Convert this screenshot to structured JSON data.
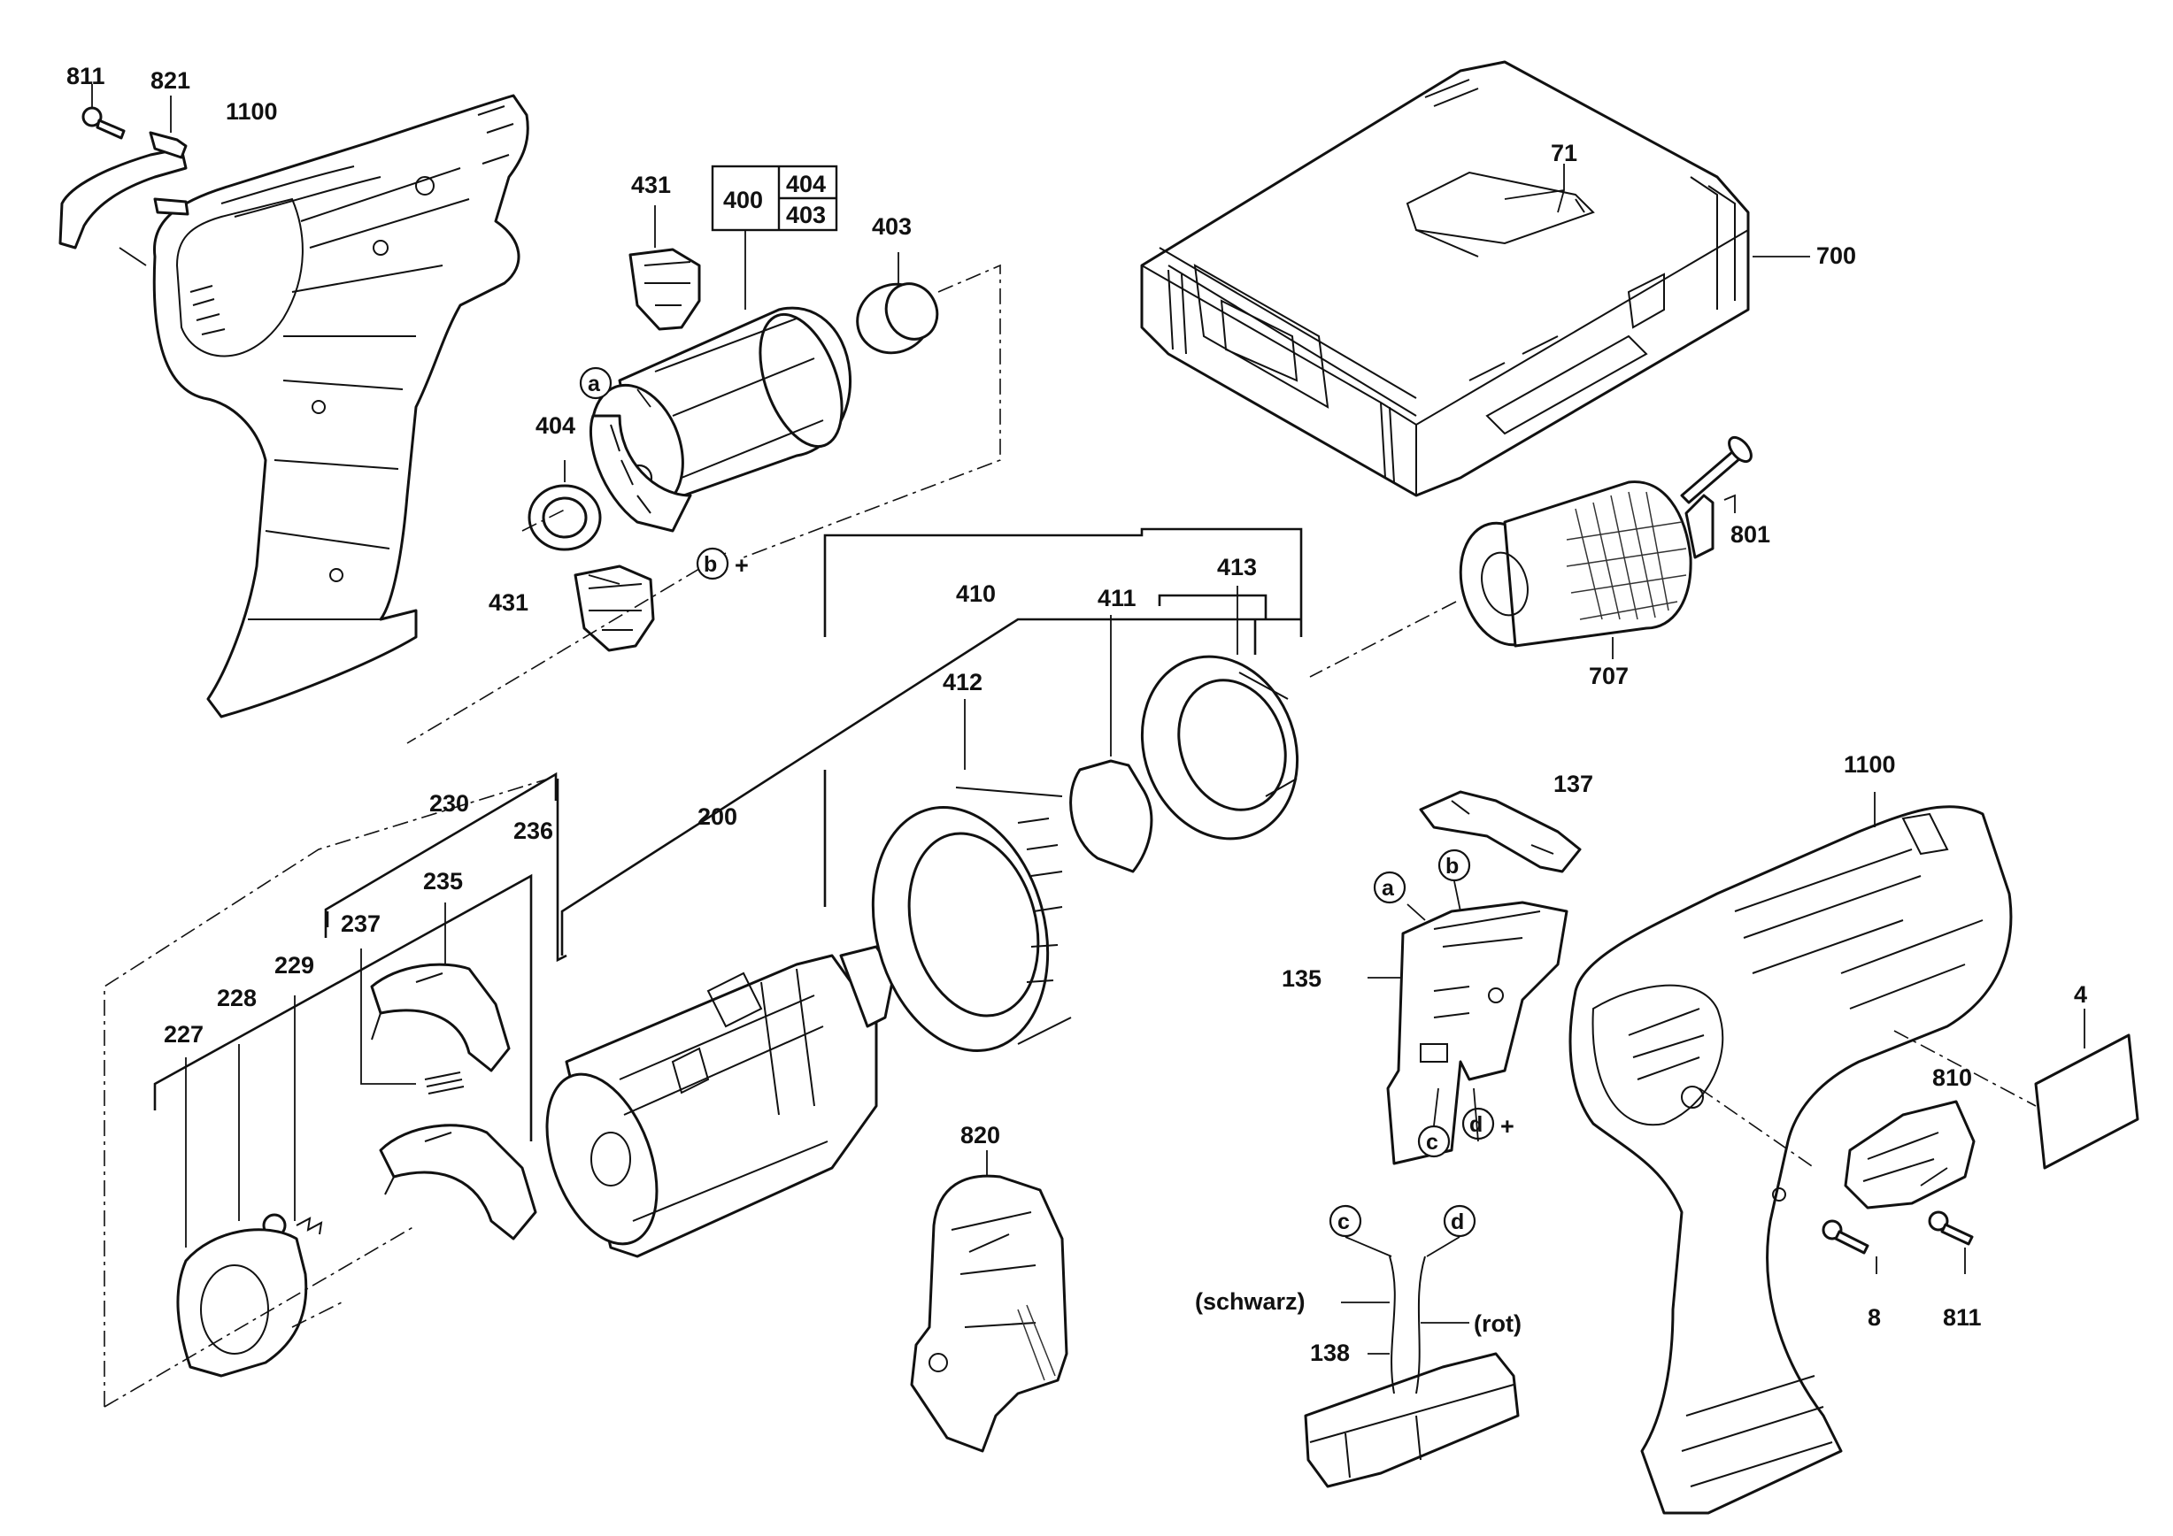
{
  "labels": {
    "p811_top": "811",
    "p821": "821",
    "p1100_top": "1100",
    "p431_top": "431",
    "p400": "400",
    "p404_box": "404",
    "p403_box": "403",
    "p403": "403",
    "p71": "71",
    "p700": "700",
    "pa_motor": "a",
    "p404": "404",
    "pb_motor": "b",
    "plus_motor": "+",
    "p431_bottom": "431",
    "p801": "801",
    "p410": "410",
    "p411": "411",
    "p413": "413",
    "p707": "707",
    "p412": "412",
    "p230": "230",
    "p200": "200",
    "p236": "236",
    "p235": "235",
    "p237": "237",
    "p229": "229",
    "p228": "228",
    "p227": "227",
    "p137": "137",
    "p1100_right": "1100",
    "pa_switch": "a",
    "pb_switch": "b",
    "p135": "135",
    "pc_switch": "c",
    "pd_switch": "d",
    "plus_switch": "+",
    "p4": "4",
    "p810": "810",
    "p820": "820",
    "pc_wire": "c",
    "pd_wire": "d",
    "schwarz": "(schwarz)",
    "rot": "(rot)",
    "p138": "138",
    "p8": "8",
    "p811_right": "811"
  }
}
